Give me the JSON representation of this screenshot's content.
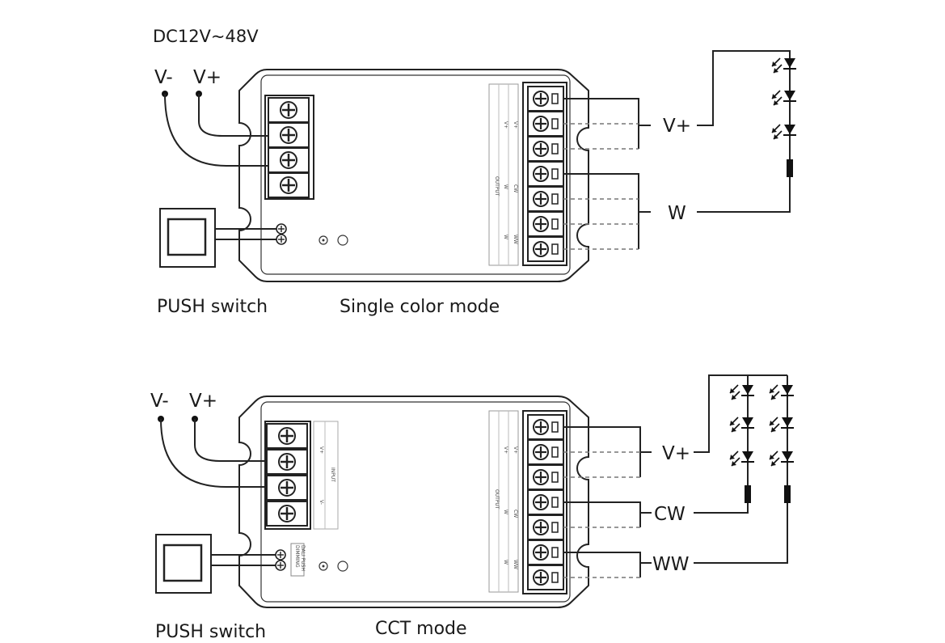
{
  "top": {
    "supply_label": "DC12V~48V",
    "v_minus": "V-",
    "v_plus": "V+",
    "push_label": "PUSH switch",
    "mode_label": "Single color mode",
    "out_vplus": "V+",
    "out_w": "W"
  },
  "bottom": {
    "v_minus": "V-",
    "v_plus": "V+",
    "push_label": "PUSH  switch",
    "mode_label": "CCT mode",
    "out_vplus": "V+",
    "out_cw": "CW",
    "out_ww": "WW"
  },
  "device_labels": {
    "output": "OUTPUT",
    "input": "INPUT",
    "vplus": "V+",
    "vminus": "V-",
    "w": "W",
    "cw": "CW",
    "ww": "WW",
    "dimming": "DIMMING",
    "push_dali": "DALI PUSH"
  }
}
